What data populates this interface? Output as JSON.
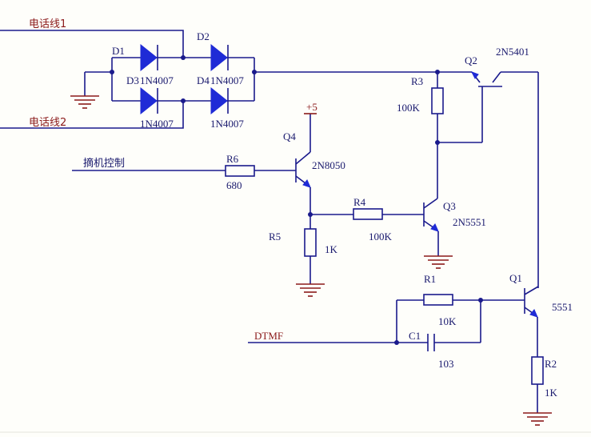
{
  "nets": {
    "line1": "电话线1",
    "line2": "电话线2",
    "hook_control": "摘机控制",
    "dtmf": "DTMF",
    "vcc": "+5"
  },
  "parts": {
    "D1": {
      "ref": "D1",
      "value": ""
    },
    "D2": {
      "ref": "D2",
      "value": ""
    },
    "D3": {
      "ref": "D3",
      "value": "1N4007"
    },
    "D4": {
      "ref": "D4",
      "value": "1N4007"
    },
    "D1v": "1N4007",
    "D2v": "1N4007",
    "Q1": {
      "ref": "Q1",
      "value": "5551"
    },
    "Q2": {
      "ref": "Q2",
      "value": "2N5401"
    },
    "Q3": {
      "ref": "Q3",
      "value": "2N5551"
    },
    "Q4": {
      "ref": "Q4",
      "value": "2N8050"
    },
    "R1": {
      "ref": "R1",
      "value": "10K"
    },
    "R2": {
      "ref": "R2",
      "value": "1K"
    },
    "R3": {
      "ref": "R3",
      "value": "100K"
    },
    "R4": {
      "ref": "R4",
      "value": "100K"
    },
    "R5": {
      "ref": "R5",
      "value": "1K"
    },
    "R6": {
      "ref": "R6",
      "value": "680"
    },
    "C1": {
      "ref": "C1",
      "value": "103"
    }
  },
  "colors": {
    "wire": "#1a1a8c",
    "arrow": "#1f2bd6",
    "ground": "#8b1a1a",
    "net_label": "#8b1a1a",
    "background": "#fefefa"
  }
}
